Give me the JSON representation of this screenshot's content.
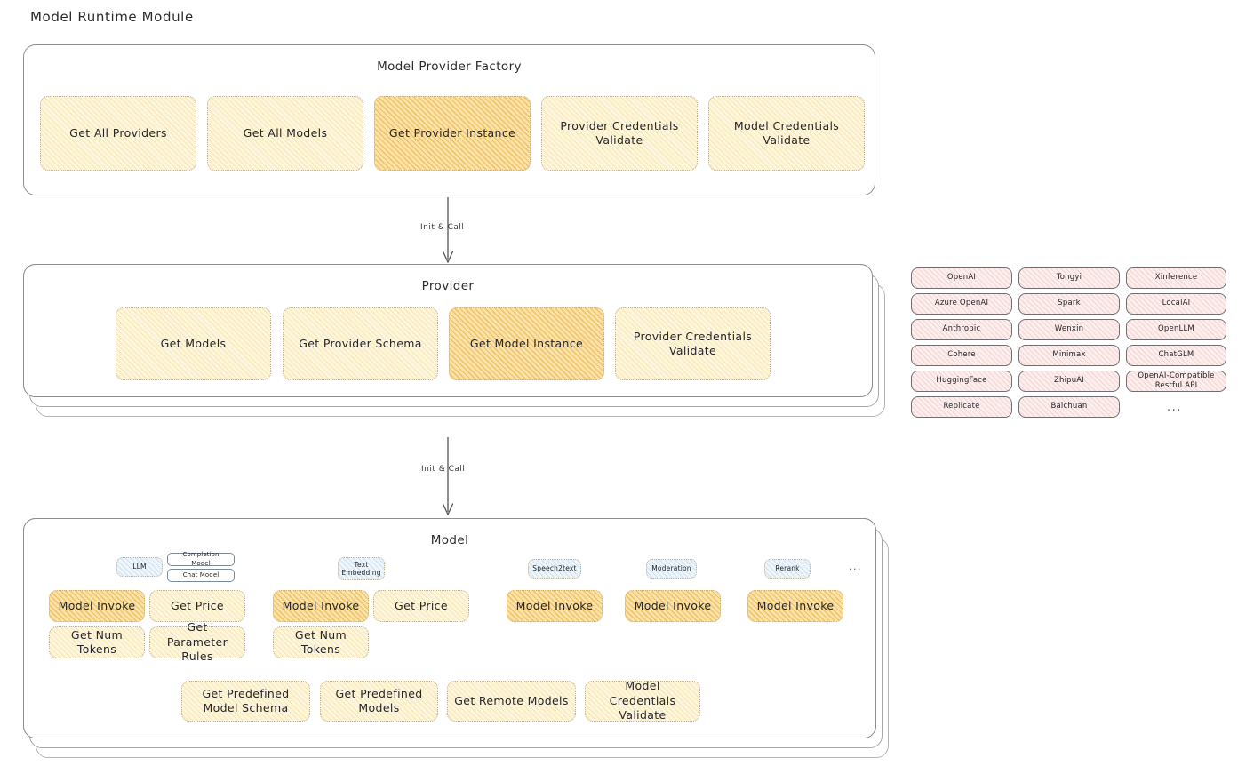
{
  "page": {
    "title": "Model Runtime Module"
  },
  "factory": {
    "title": "Model Provider Factory",
    "nodes": [
      {
        "label": "Get All Providers",
        "highlight": false
      },
      {
        "label": "Get All Models",
        "highlight": false
      },
      {
        "label": "Get Provider Instance",
        "highlight": true
      },
      {
        "label": "Provider Credentials Validate",
        "highlight": false
      },
      {
        "label": "Model Credentials Validate",
        "highlight": false
      }
    ]
  },
  "arrow1": {
    "label": "Init & Call"
  },
  "provider": {
    "title": "Provider",
    "nodes": [
      {
        "label": "Get Models",
        "highlight": false
      },
      {
        "label": "Get Provider Schema",
        "highlight": false
      },
      {
        "label": "Get Model Instance",
        "highlight": true
      },
      {
        "label": "Provider Credentials Validate",
        "highlight": false
      }
    ]
  },
  "provider_list": {
    "columns": [
      [
        "OpenAI",
        "Azure OpenAI",
        "Anthropic",
        "Cohere",
        "HuggingFace",
        "Replicate"
      ],
      [
        "Tongyi",
        "Spark",
        "Wenxin",
        "Minimax",
        "ZhipuAI",
        "Baichuan"
      ],
      [
        "Xinference",
        "LocalAI",
        "OpenLLM",
        "ChatGLM",
        "OpenAI-Compatible Restful API"
      ]
    ],
    "more": "..."
  },
  "arrow2": {
    "label": "Init & Call"
  },
  "model": {
    "title": "Model",
    "more": "...",
    "types": [
      {
        "badge": "LLM",
        "sub": [
          "Completion Model",
          "Chat Model"
        ]
      },
      {
        "badge": "Text Embedding",
        "sub": []
      },
      {
        "badge": "Speech2text",
        "sub": []
      },
      {
        "badge": "Moderation",
        "sub": []
      },
      {
        "badge": "Rerank",
        "sub": []
      }
    ],
    "llm_ops": [
      {
        "label": "Model Invoke",
        "highlight": true
      },
      {
        "label": "Get Price",
        "highlight": false
      },
      {
        "label": "Get Num Tokens",
        "highlight": false
      },
      {
        "label": "Get Parameter Rules",
        "highlight": false
      }
    ],
    "embedding_ops": [
      {
        "label": "Model Invoke",
        "highlight": true
      },
      {
        "label": "Get Price",
        "highlight": false
      },
      {
        "label": "Get Num Tokens",
        "highlight": false
      }
    ],
    "speech_ops": [
      {
        "label": "Model Invoke",
        "highlight": true
      }
    ],
    "moderation_ops": [
      {
        "label": "Model Invoke",
        "highlight": true
      }
    ],
    "rerank_ops": [
      {
        "label": "Model Invoke",
        "highlight": true
      }
    ],
    "common_ops": [
      {
        "label": "Get Predefined Model Schema"
      },
      {
        "label": "Get Predefined Models"
      },
      {
        "label": "Get Remote Models"
      },
      {
        "label": "Model Credentials Validate"
      }
    ]
  },
  "colors": {
    "highlight": "#fbe2ab",
    "node": "#fdf6df",
    "provider": "#fdeeee",
    "badge": "#eef5fb",
    "border": "#8e8e8e",
    "text": "#26262b"
  }
}
